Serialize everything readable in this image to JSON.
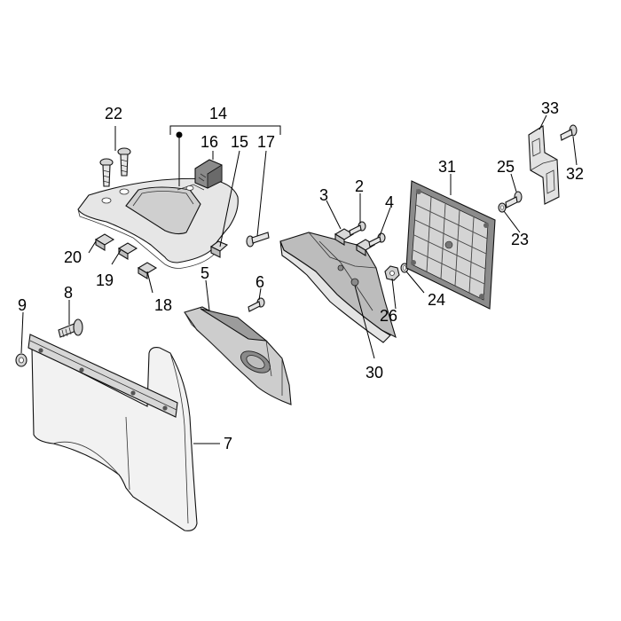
{
  "colors": {
    "ink": "#111111",
    "part_light": "#e9e9e9",
    "part_mid": "#cfcfcf",
    "part_dark": "#8a8a8a",
    "flap_fill": "#f2f2f2"
  },
  "labels": {
    "l2": "2",
    "l3": "3",
    "l4": "4",
    "l5": "5",
    "l6": "6",
    "l7": "7",
    "l8": "8",
    "l9": "9",
    "l14": "14",
    "l15": "15",
    "l16": "16",
    "l17": "17",
    "l18": "18",
    "l19": "19",
    "l20": "20",
    "l22": "22",
    "l23": "23",
    "l24": "24",
    "l25": "25",
    "l26": "26",
    "l30": "30",
    "l31": "31",
    "l32": "32",
    "l33": "33"
  }
}
